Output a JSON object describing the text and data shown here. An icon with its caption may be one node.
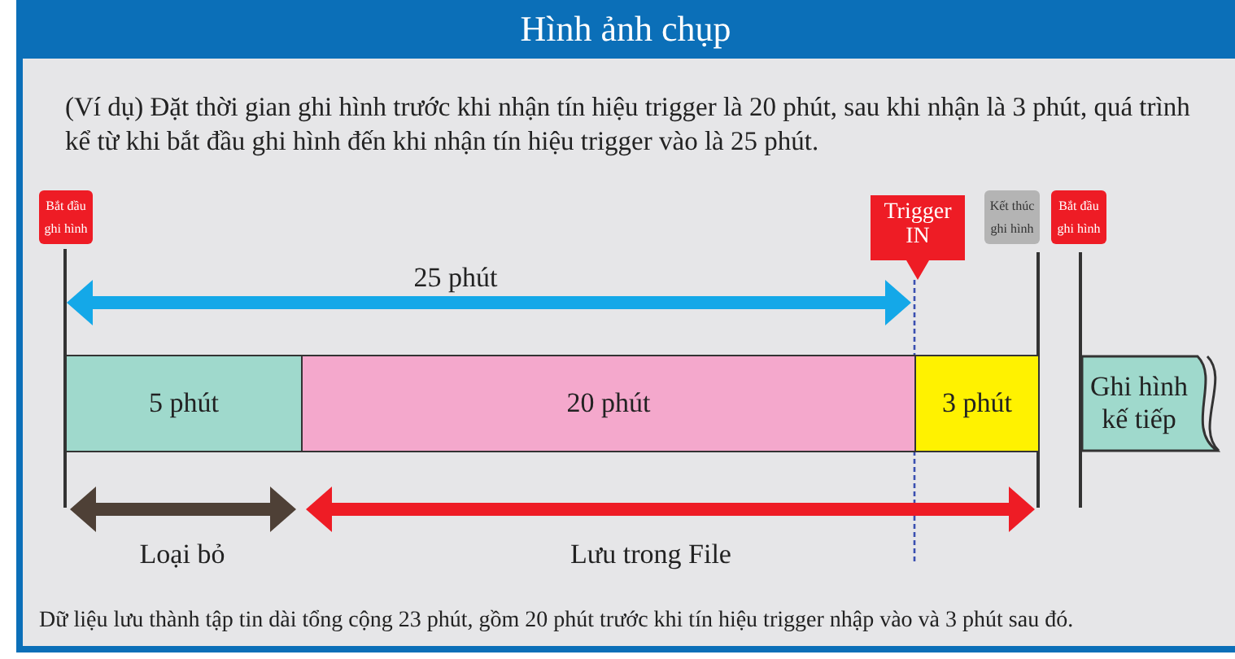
{
  "diagram": {
    "title": "Hình ảnh chụp",
    "nodes": [
      {
        "text": [
          "Bắt đầu ghi hình"
        ]
      },
      {
        "text": [
          "Trigger IN"
        ]
      },
      {
        "text": [
          "Kết thúc ghi hình"
        ]
      },
      {
        "text": [
          "Bắt đầu ghi hình"
        ]
      },
      {
        "text": [
          "5 phút"
        ]
      },
      {
        "text": [
          "20 phút"
        ]
      },
      {
        "text": [
          "3 phút"
        ]
      },
      {
        "text": [
          "Ghi hình kế tiếp"
        ]
      }
    ],
    "labels": [
      "(Ví dụ) Đặt thời gian ghi hình trước khi nhận tín hiệu trigger là 20 phút, sau khi nhận là 3 phút, quá trình kể từ khi bắt đầu ghi hình đến khi nhận tín hiệu trigger vào là 25 phút.",
      "25 phút",
      "Loại bỏ",
      "Lưu trong File",
      "Dữ liệu lưu thành tập tin dài tổng cộng 23 phút, gồm 20 phút trước khi tín hiệu trigger nhập vào và 3 phút sau đó."
    ]
  }
}
